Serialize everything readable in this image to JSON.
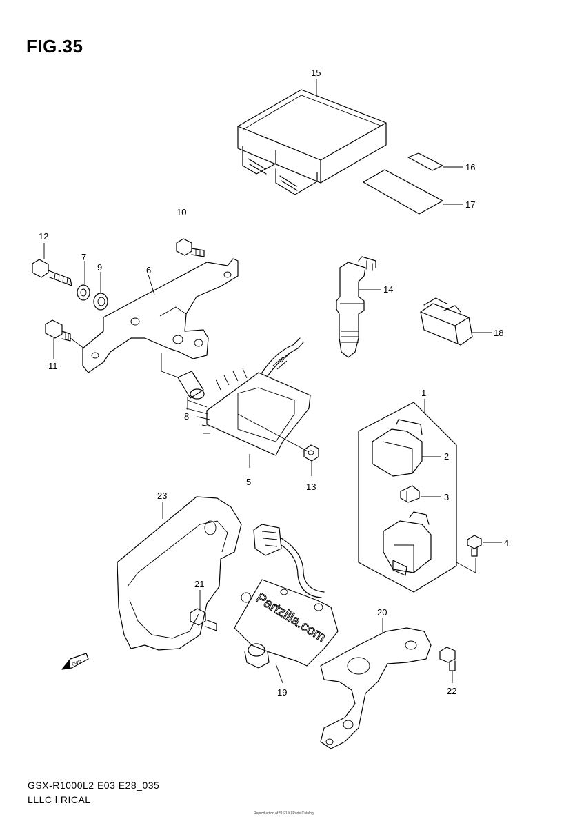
{
  "figure": {
    "title": "FIG.35"
  },
  "footer": {
    "model_code": "GSX-R1000L2 E03 E28_035",
    "section_name": "LLLC l RICAL",
    "copyright": "Reproduction of SUZUKI Parts Catalog"
  },
  "watermark": {
    "text": "Partzilla.com"
  },
  "direction_badge": {
    "text": "FWD"
  },
  "callouts": [
    {
      "id": "1",
      "text": "1"
    },
    {
      "id": "2",
      "text": "2"
    },
    {
      "id": "3",
      "text": "3"
    },
    {
      "id": "4",
      "text": "4"
    },
    {
      "id": "5",
      "text": "5"
    },
    {
      "id": "6",
      "text": "6"
    },
    {
      "id": "7",
      "text": "7"
    },
    {
      "id": "8",
      "text": "8"
    },
    {
      "id": "9",
      "text": "9"
    },
    {
      "id": "10",
      "text": "10"
    },
    {
      "id": "11",
      "text": "11"
    },
    {
      "id": "12",
      "text": "12"
    },
    {
      "id": "13",
      "text": "13"
    },
    {
      "id": "14",
      "text": "14"
    },
    {
      "id": "15",
      "text": "15"
    },
    {
      "id": "16",
      "text": "16"
    },
    {
      "id": "17",
      "text": "17"
    },
    {
      "id": "18",
      "text": "18"
    },
    {
      "id": "19",
      "text": "19"
    },
    {
      "id": "20",
      "text": "20"
    },
    {
      "id": "21",
      "text": "21"
    },
    {
      "id": "22",
      "text": "22"
    },
    {
      "id": "23",
      "text": "23"
    }
  ]
}
